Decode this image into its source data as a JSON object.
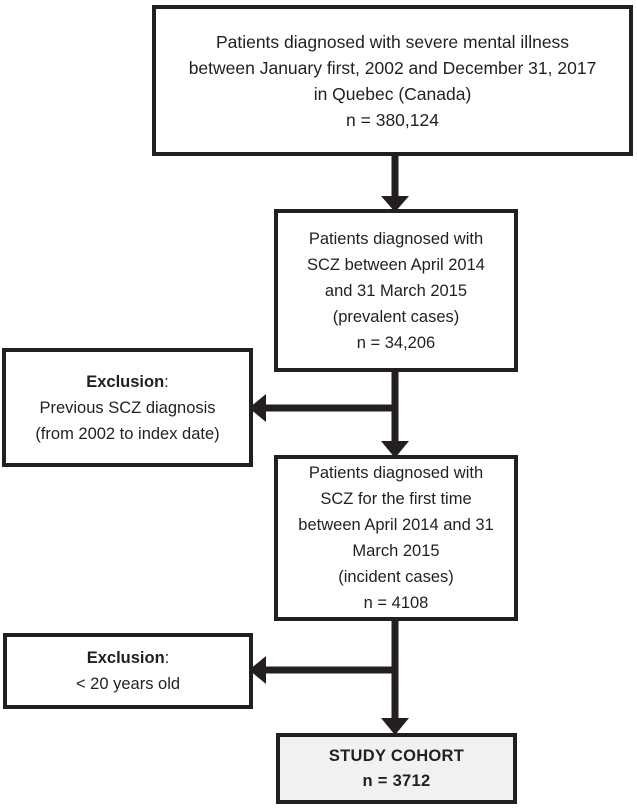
{
  "figure": {
    "type": "flowchart",
    "orientation": "top-to-bottom",
    "colors": {
      "stroke": "#231f20",
      "text": "#231f20",
      "box_fill": "#ffffff",
      "highlight_fill": "#f1f1f1"
    }
  },
  "nodes": {
    "source_population": {
      "lines": [
        "Patients diagnosed with severe mental illness",
        "between January first, 2002 and December 31, 2017",
        "in Quebec (Canada)",
        "n = 380,124"
      ],
      "count_label": "n = 380,124",
      "count": "380,124"
    },
    "prevalent_cases": {
      "lines": [
        "Patients diagnosed with",
        "SCZ between April 2014",
        "and 31 March 2015",
        "(prevalent cases)",
        "n = 34,206"
      ],
      "count_label": "n = 34,206",
      "count": "34,206"
    },
    "exclusion_previous": {
      "title": "Exclusion",
      "title_suffix": ":",
      "lines": [
        "Previous SCZ diagnosis",
        "(from 2002 to index date)"
      ]
    },
    "incident_cases": {
      "lines": [
        "Patients diagnosed with",
        "SCZ for the first time",
        "between April 2014 and 31",
        "March 2015",
        "(incident cases)",
        "n = 4108"
      ],
      "count_label": "n = 4108",
      "count": "4108"
    },
    "exclusion_age": {
      "title": "Exclusion",
      "title_suffix": ":",
      "lines": [
        "< 20 years old"
      ]
    },
    "study_cohort": {
      "title": "STUDY COHORT",
      "count_label": "n = 3712",
      "count": "3712"
    }
  },
  "connectors": [
    {
      "name": "source-to-prevalent",
      "from": "source_population",
      "to": "prevalent_cases",
      "direction": "down"
    },
    {
      "name": "prevalent-to-exclusion-previous",
      "from": "prevalent_cases",
      "to": "exclusion_previous",
      "direction": "left"
    },
    {
      "name": "prevalent-to-incident",
      "from": "prevalent_cases",
      "to": "incident_cases",
      "direction": "down"
    },
    {
      "name": "incident-to-exclusion-age",
      "from": "incident_cases",
      "to": "exclusion_age",
      "direction": "left"
    },
    {
      "name": "incident-to-study-cohort",
      "from": "incident_cases",
      "to": "study_cohort",
      "direction": "down"
    }
  ]
}
